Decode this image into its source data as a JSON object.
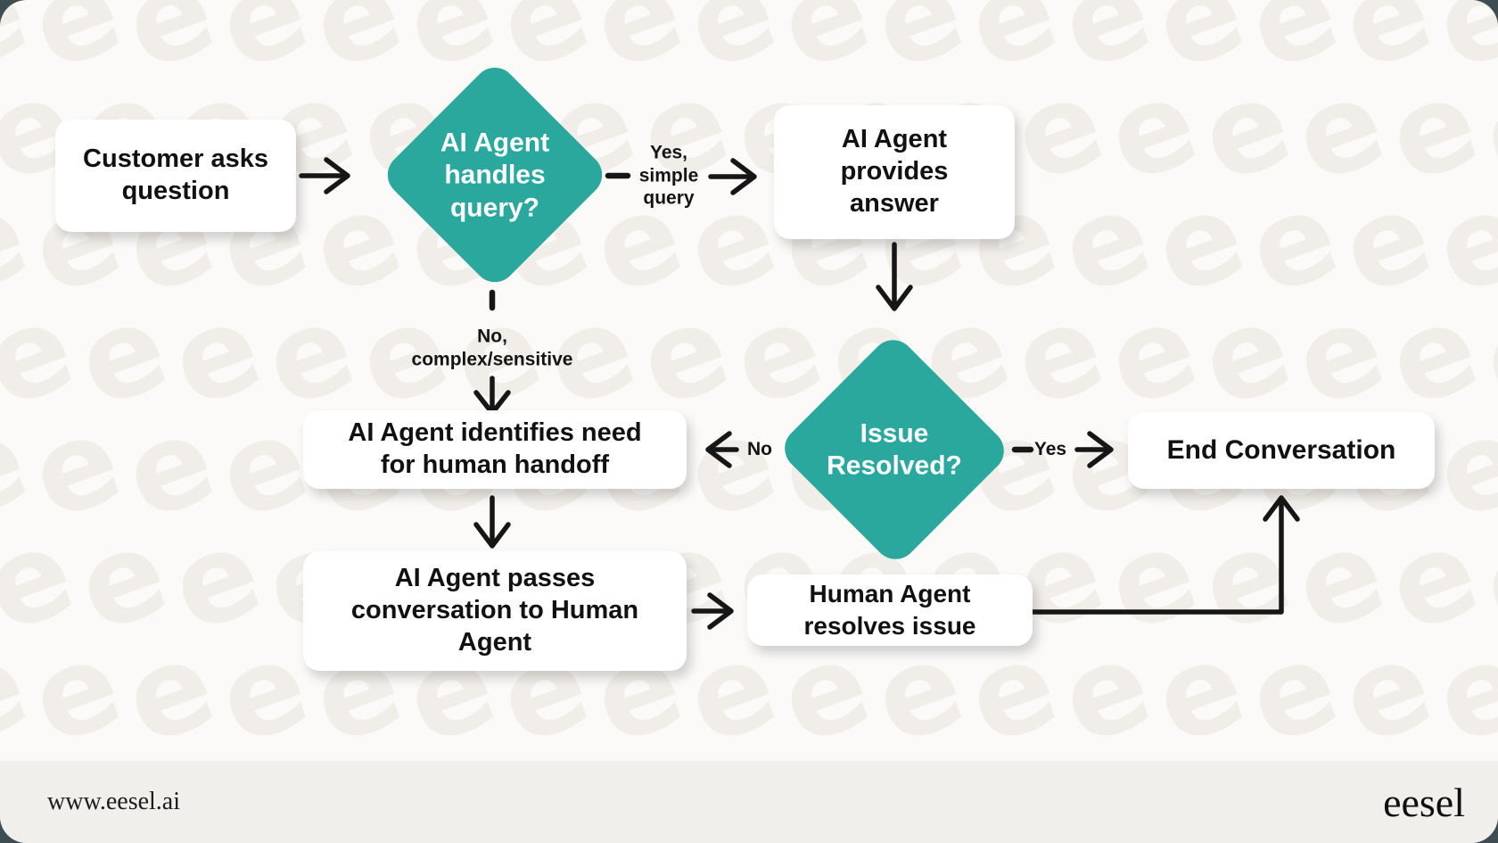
{
  "meta": {
    "type": "flowchart-infographic",
    "brand": "eesel"
  },
  "colors": {
    "accent_teal": "#2BA89D",
    "node_bg": "#FFFFFF",
    "text": "#111111",
    "diamond_text": "#FFFFFF",
    "canvas_bg": "#FBFAF8",
    "footer_bg": "#F1EFEC",
    "pattern_glyph_color": "#F1EEE9",
    "connector": "#161616",
    "outer_bg": "#3E4D52"
  },
  "pattern": {
    "glyph": "e"
  },
  "flow": {
    "nodes": {
      "start": {
        "label": "Customer asks\nquestion"
      },
      "handles_query": {
        "label": "AI Agent\nhandles\nquery?"
      },
      "provides_answer": {
        "label": "AI Agent\nprovides\nanswer"
      },
      "identifies_handoff": {
        "label": "AI Agent identifies need\nfor human handoff"
      },
      "passes_conversation": {
        "label": "AI Agent passes\nconversation to Human\nAgent"
      },
      "issue_resolved": {
        "label": "Issue\nResolved?"
      },
      "human_resolves": {
        "label": "Human Agent\nresolves issue"
      },
      "end_conversation": {
        "label": "End Conversation"
      }
    },
    "edge_labels": {
      "yes_simple": "Yes,\nsimple\nquery",
      "no_complex": "No,\ncomplex/sensitive",
      "yes": "Yes",
      "no": "No"
    },
    "edges": [
      {
        "from": "start",
        "to": "handles_query"
      },
      {
        "from": "handles_query",
        "to": "provides_answer",
        "label": "Yes, simple query"
      },
      {
        "from": "handles_query",
        "to": "identifies_handoff",
        "label": "No, complex/sensitive"
      },
      {
        "from": "provides_answer",
        "to": "issue_resolved"
      },
      {
        "from": "issue_resolved",
        "to": "end_conversation",
        "label": "Yes"
      },
      {
        "from": "issue_resolved",
        "to": "identifies_handoff",
        "label": "No"
      },
      {
        "from": "identifies_handoff",
        "to": "passes_conversation"
      },
      {
        "from": "passes_conversation",
        "to": "human_resolves"
      },
      {
        "from": "human_resolves",
        "to": "end_conversation"
      }
    ]
  },
  "footer": {
    "site_url": "www.eesel.ai",
    "wordmark": "eesel"
  }
}
